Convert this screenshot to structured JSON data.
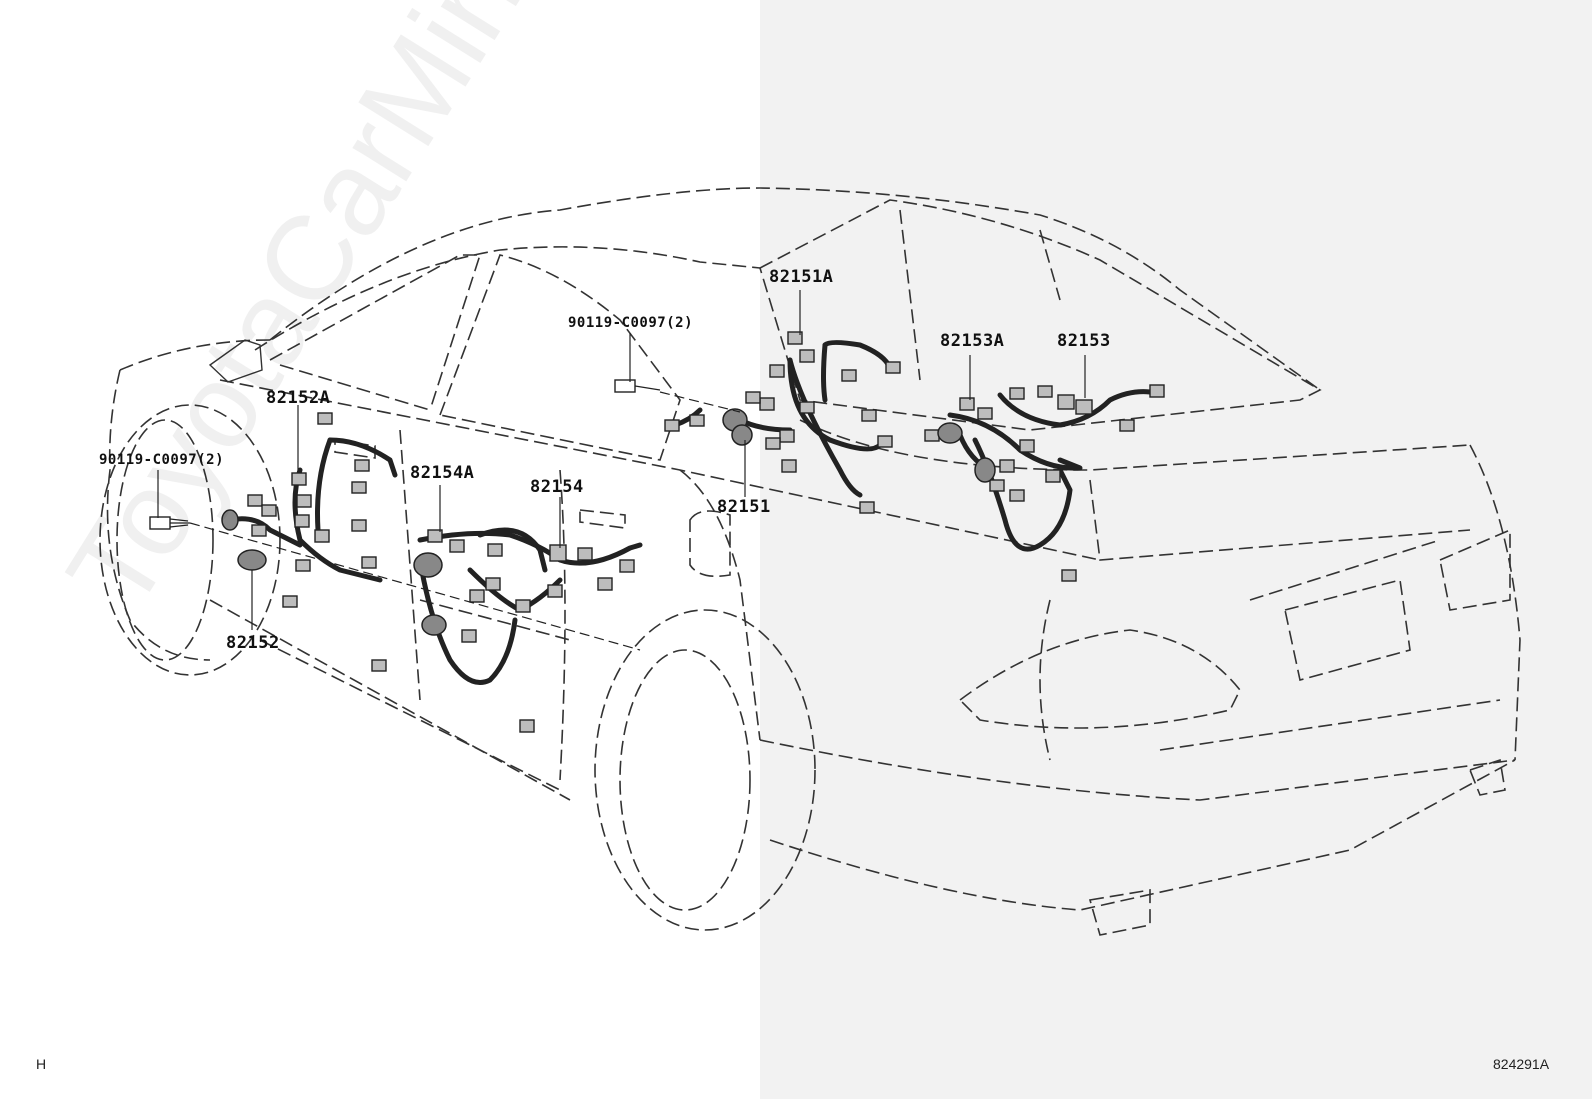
{
  "labels": {
    "p82151A": "82151A",
    "p82151": "82151",
    "p82152A": "82152A",
    "p82152": "82152",
    "p82153A": "82153A",
    "p82153": "82153",
    "p82154A": "82154A",
    "p82154": "82154",
    "bolt_front": "90119-C0097(2)",
    "bolt_rear": "90119-C0097(2)"
  },
  "watermark": "ToyotaCarMine.ru",
  "footer": {
    "left_code": "H",
    "figure_id": "824291A"
  },
  "colors": {
    "right_panel_bg": "#f2f2f2",
    "connector": "#bdbdbd",
    "line": "#333333"
  }
}
